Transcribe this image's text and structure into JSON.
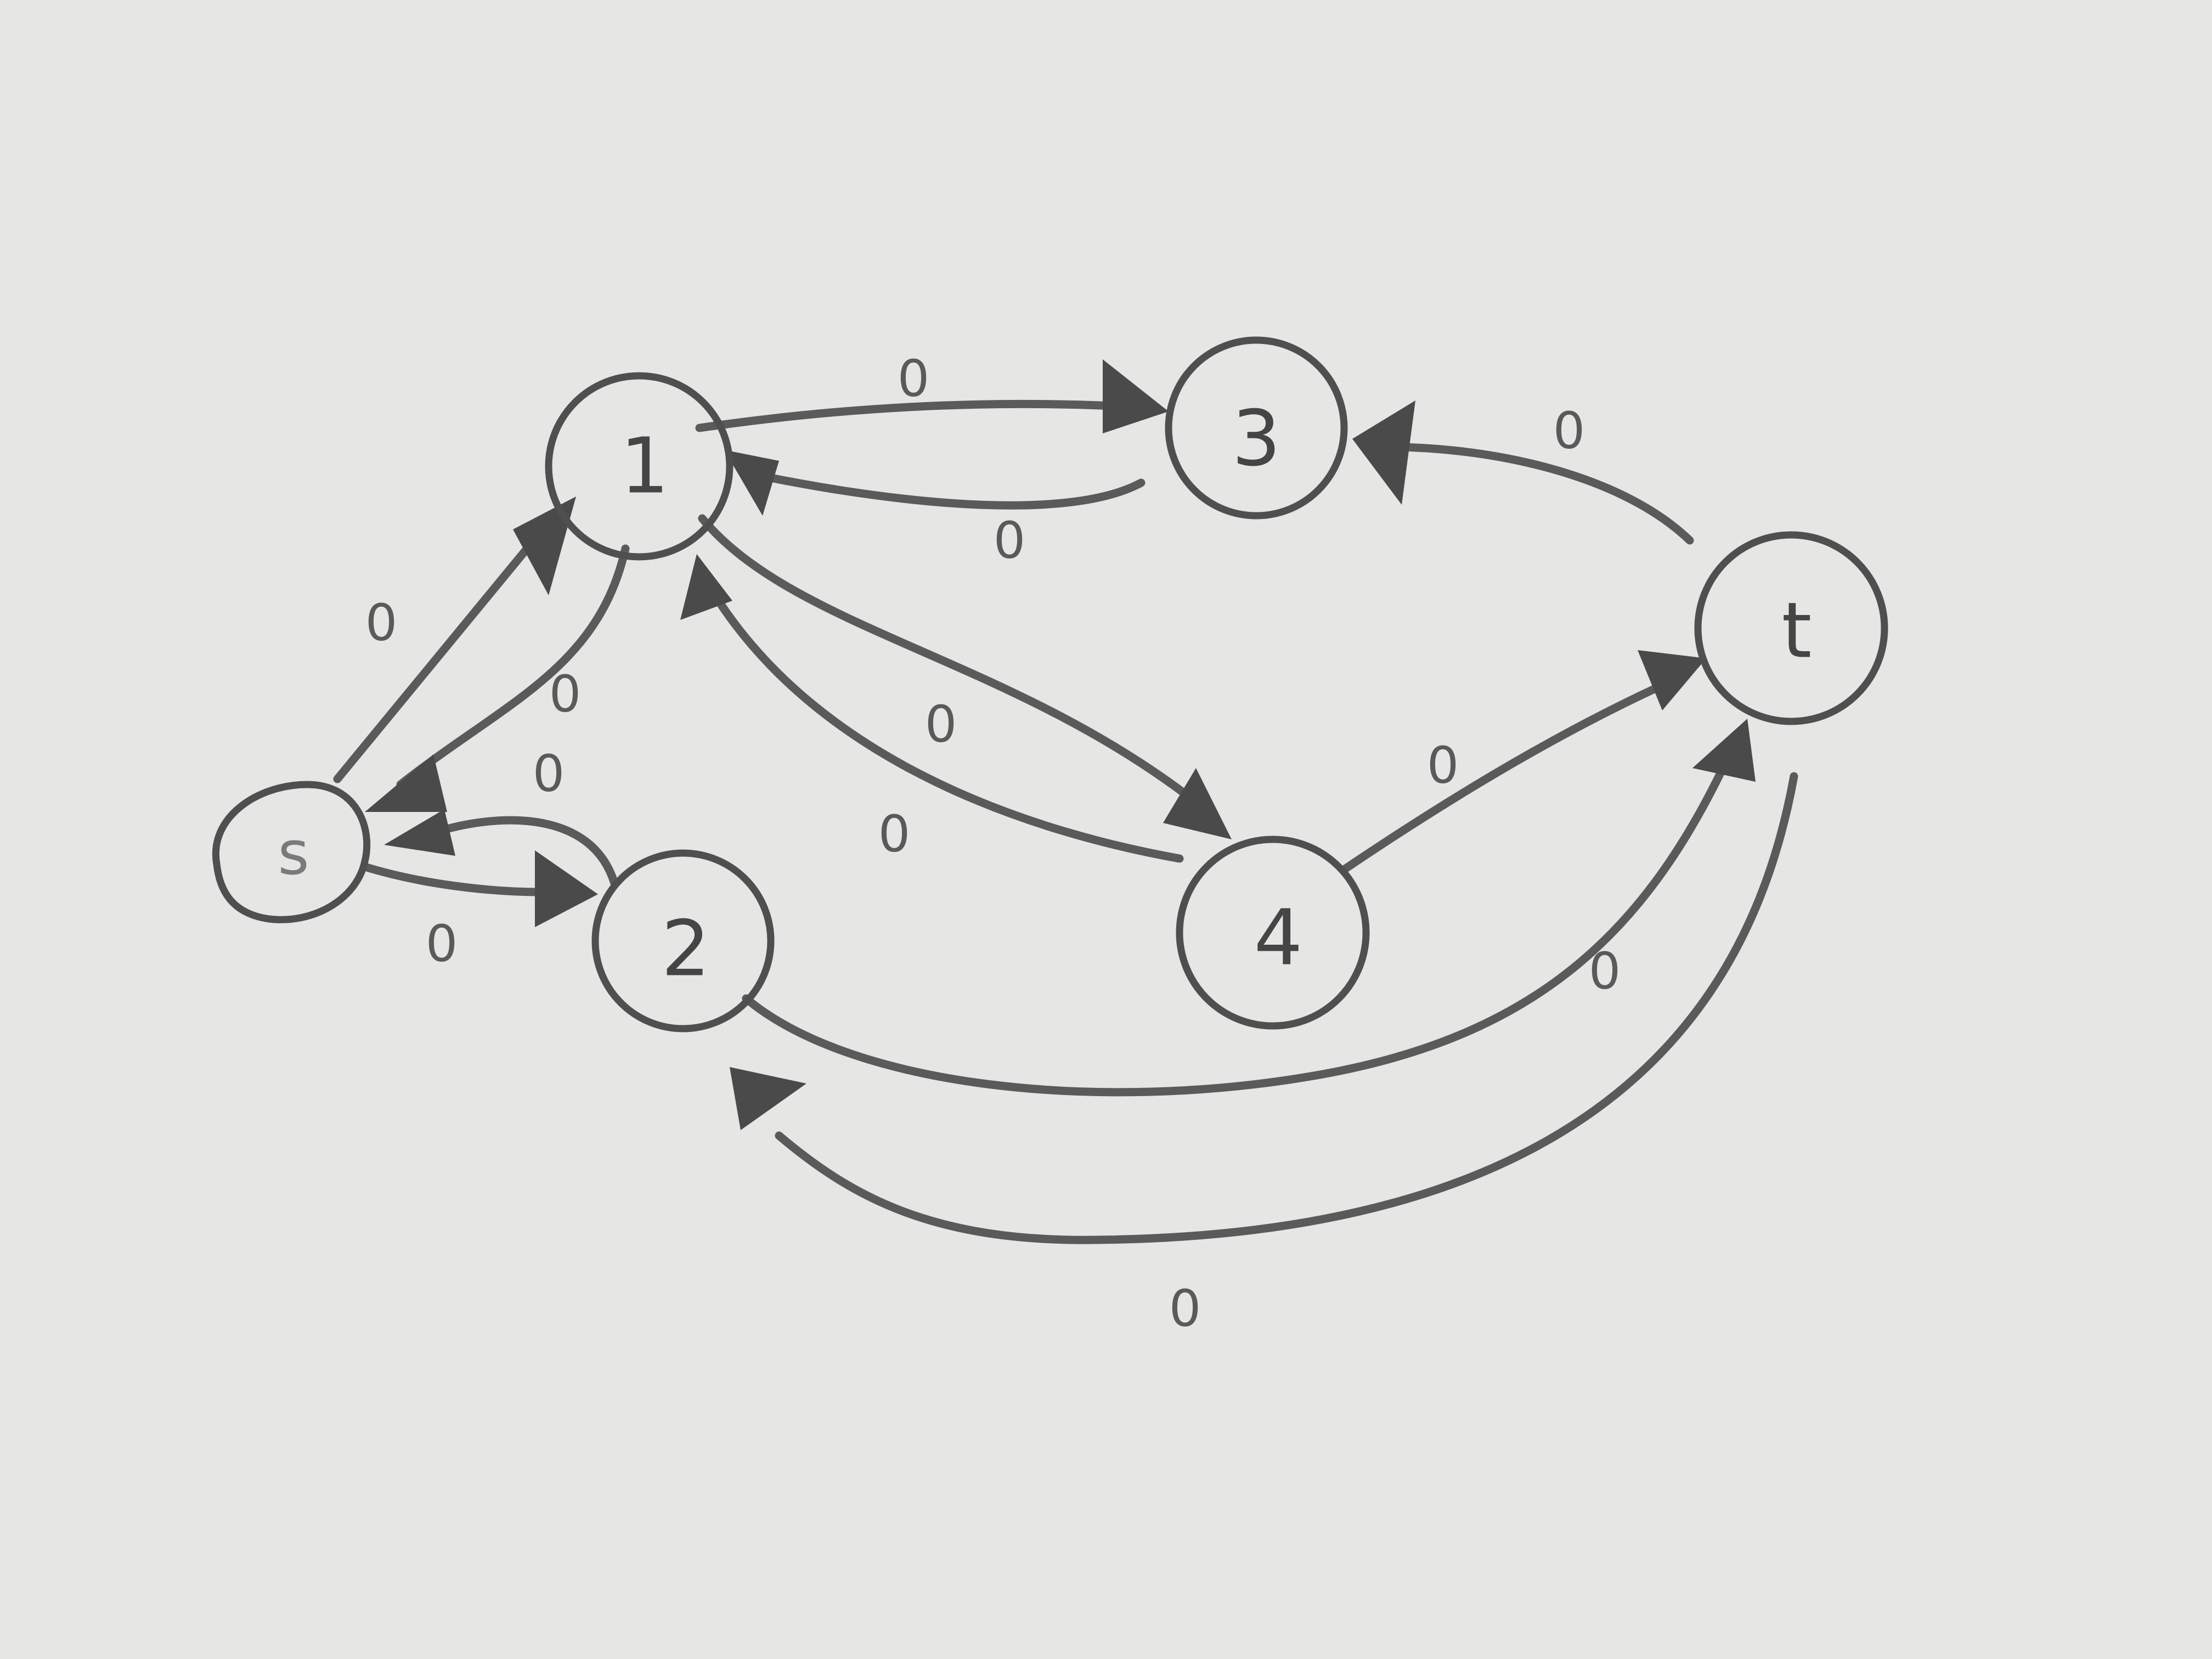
{
  "nodes": [
    {
      "id": "s",
      "label": "s"
    },
    {
      "id": "n1",
      "label": "1"
    },
    {
      "id": "n2",
      "label": "2"
    },
    {
      "id": "n3",
      "label": "3"
    },
    {
      "id": "n4",
      "label": "4"
    },
    {
      "id": "t",
      "label": "t"
    }
  ],
  "edges": [
    {
      "id": "e-s-1",
      "from": "s",
      "to": "n1",
      "label": "0"
    },
    {
      "id": "e-1-s",
      "from": "n1",
      "to": "s",
      "label": "0"
    },
    {
      "id": "e-s-2",
      "from": "s",
      "to": "n2",
      "label": "0"
    },
    {
      "id": "e-2-s",
      "from": "n2",
      "to": "s",
      "label": "0"
    },
    {
      "id": "e-1-3",
      "from": "n1",
      "to": "n3",
      "label": "0"
    },
    {
      "id": "e-3-1",
      "from": "n3",
      "to": "n1",
      "label": "0"
    },
    {
      "id": "e-1-4",
      "from": "n1",
      "to": "n4",
      "label": "0"
    },
    {
      "id": "e-4-1",
      "from": "n4",
      "to": "n1",
      "label": "0"
    },
    {
      "id": "e-4-t",
      "from": "n4",
      "to": "t",
      "label": "0"
    },
    {
      "id": "e-t-3",
      "from": "t",
      "to": "n3",
      "label": "0"
    },
    {
      "id": "e-2-t",
      "from": "n2",
      "to": "t",
      "label": "0"
    },
    {
      "id": "e-t-2",
      "from": "t",
      "to": "n2",
      "label": "0"
    }
  ]
}
